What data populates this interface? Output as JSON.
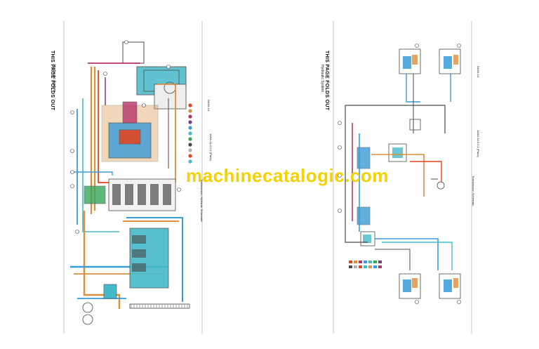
{
  "colors": {
    "pressure": "#e8421c",
    "supply": "#d98f3c",
    "return": "#3a9bd8",
    "pilot": "#b5346b",
    "case_drain": "#7a3a8a",
    "suction": "#46b9c9",
    "component": "#4a4a4a",
    "watermark": "#f2d200"
  },
  "left_sheet": {
    "fold_notice": "THIS PAGE FOLDS OUT",
    "subtitle": "Hydraulic System",
    "code": "DA9X-14",
    "footer_left": "1A9A-14-0.0.1 (Parts)",
    "footer_right": "Transmission Hydraulic Schematic"
  },
  "right_sheet": {
    "fold_notice": "THIS PAGE FOLDS OUT",
    "subtitle": "Hydraulic System",
    "code": "DA9X-14",
    "footer_left": "1A9A-14-0.0.1 (Parts)",
    "footer_right": "Transmission Schematic"
  },
  "watermark": "machinecatalogic.com"
}
